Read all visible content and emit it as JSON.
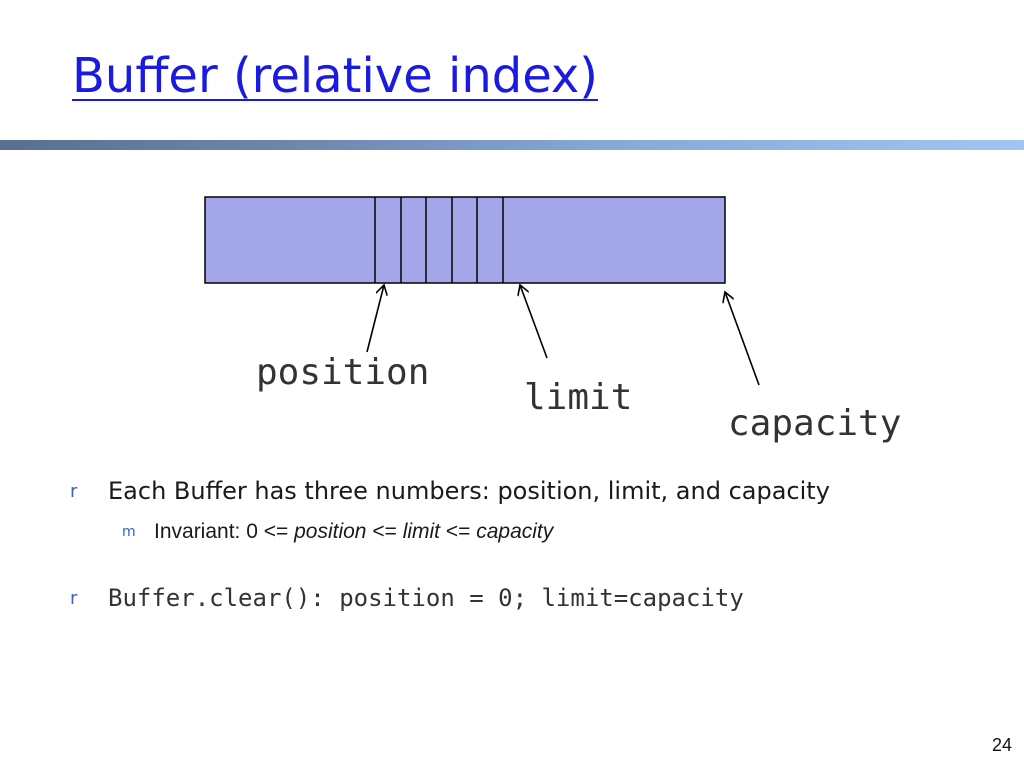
{
  "slide": {
    "title": "Buffer (relative index)",
    "page_number": "24"
  },
  "diagram": {
    "buffer_fill": "#a4a6ea",
    "labels": {
      "position": "position",
      "limit": "limit",
      "capacity": "capacity"
    }
  },
  "bullets": [
    {
      "marker": "r",
      "text": "Each Buffer has three numbers: position, limit, and capacity",
      "sub": [
        {
          "marker": "m",
          "prefix": "Invariant: 0 <= ",
          "term1": "position",
          "op1": " <= ",
          "term2": "limit",
          "op2": " <= ",
          "term3": "capacity"
        }
      ]
    },
    {
      "marker": "r",
      "text": "Buffer.clear(): position = 0; limit=capacity"
    }
  ],
  "colors": {
    "title": "#1a1ae0",
    "bullet_marker": "#4060c0"
  }
}
